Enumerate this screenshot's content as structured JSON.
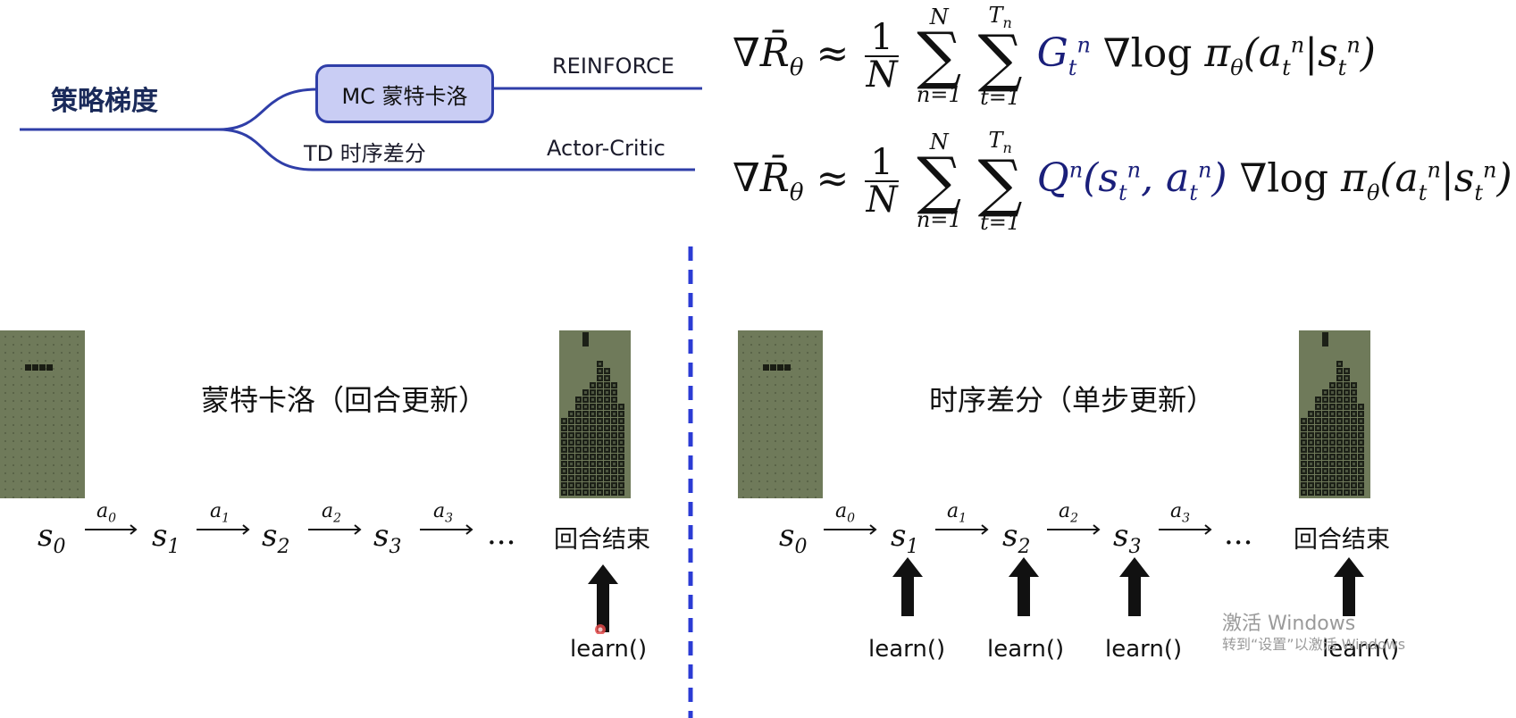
{
  "mindmap": {
    "root": "策略梯度",
    "branch_mc": "MC 蒙特卡洛",
    "branch_td": "TD 时序差分",
    "leaf_mc": "REINFORCE",
    "leaf_td": "Actor-Critic"
  },
  "formulas": {
    "f1": {
      "lhs": "∇R̄θ ≈",
      "num": "1",
      "den": "N",
      "sum1_up": "N",
      "sum1_low": "n=1",
      "sum2_up": "Tn",
      "sum2_low": "t=1",
      "term": "Gtn ∇log πθ(atn|stn)"
    },
    "f2": {
      "lhs": "∇R̄θ ≈",
      "num": "1",
      "den": "N",
      "sum1_up": "N",
      "sum1_low": "n=1",
      "sum2_up": "Tn",
      "sum2_low": "t=1",
      "term": "Qn(stn, atn) ∇log πθ(atn|stn)"
    }
  },
  "left_panel": {
    "title": "蒙特卡洛（回合更新）",
    "states": [
      "s0",
      "s1",
      "s2",
      "s3",
      "..."
    ],
    "actions": [
      "a0",
      "a1",
      "a2",
      "a3"
    ],
    "end_label": "回合结束",
    "learn_labels": [
      "learn()"
    ]
  },
  "right_panel": {
    "title": "时序差分（单步更新）",
    "states": [
      "s0",
      "s1",
      "s2",
      "s3",
      "..."
    ],
    "actions": [
      "a0",
      "a1",
      "a2",
      "a3"
    ],
    "end_label": "回合结束",
    "learn_labels": [
      "learn()",
      "learn()",
      "learn()",
      "learn()"
    ]
  },
  "watermark": {
    "line1": "激活 Windows",
    "line2": "转到“设置”以激活 Windows"
  },
  "colors": {
    "mindmap_line": "#2f3ea8",
    "box_fill": "#c9cdf4",
    "divider": "#2b3bd4",
    "tetris_bg": "#6f7a5a"
  }
}
